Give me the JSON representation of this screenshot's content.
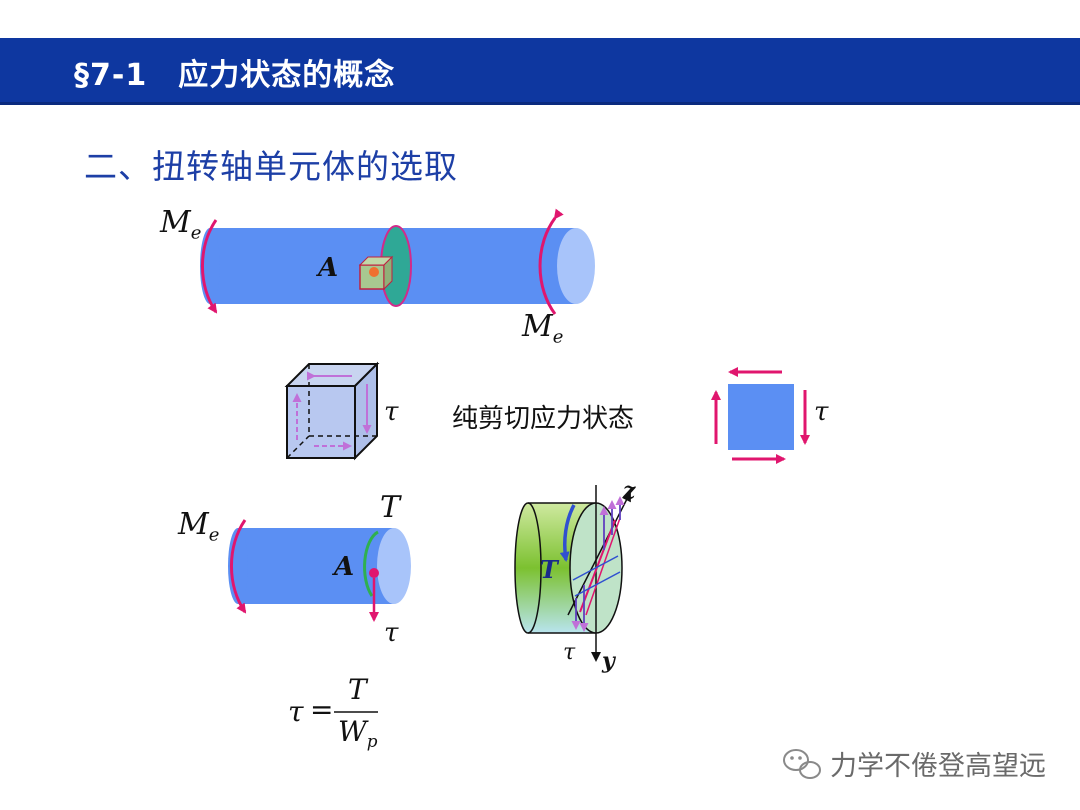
{
  "header": {
    "title": "§7-1　应力状态的概念"
  },
  "subtitle": "二、扭转轴单元体的选取",
  "labels": {
    "pure_shear": "纯剪切应力状态",
    "point_A": "A",
    "torque_T": "T",
    "tau": "τ",
    "axis_z": "z",
    "axis_y": "y",
    "Me_M": "M",
    "Me_sub": "e"
  },
  "formula": {
    "lhs": "τ",
    "equals": "=",
    "numerator": "T",
    "denominator_main": "W",
    "denominator_sub": "p"
  },
  "watermark": "力学不倦登高望远",
  "colors": {
    "header_bg": "#0e37a0",
    "subtitle": "#1d3fa6",
    "shaft": "#5b8ff3",
    "moment_arrow": "#e0166e",
    "shear_arrow_element": "#c070d8"
  }
}
